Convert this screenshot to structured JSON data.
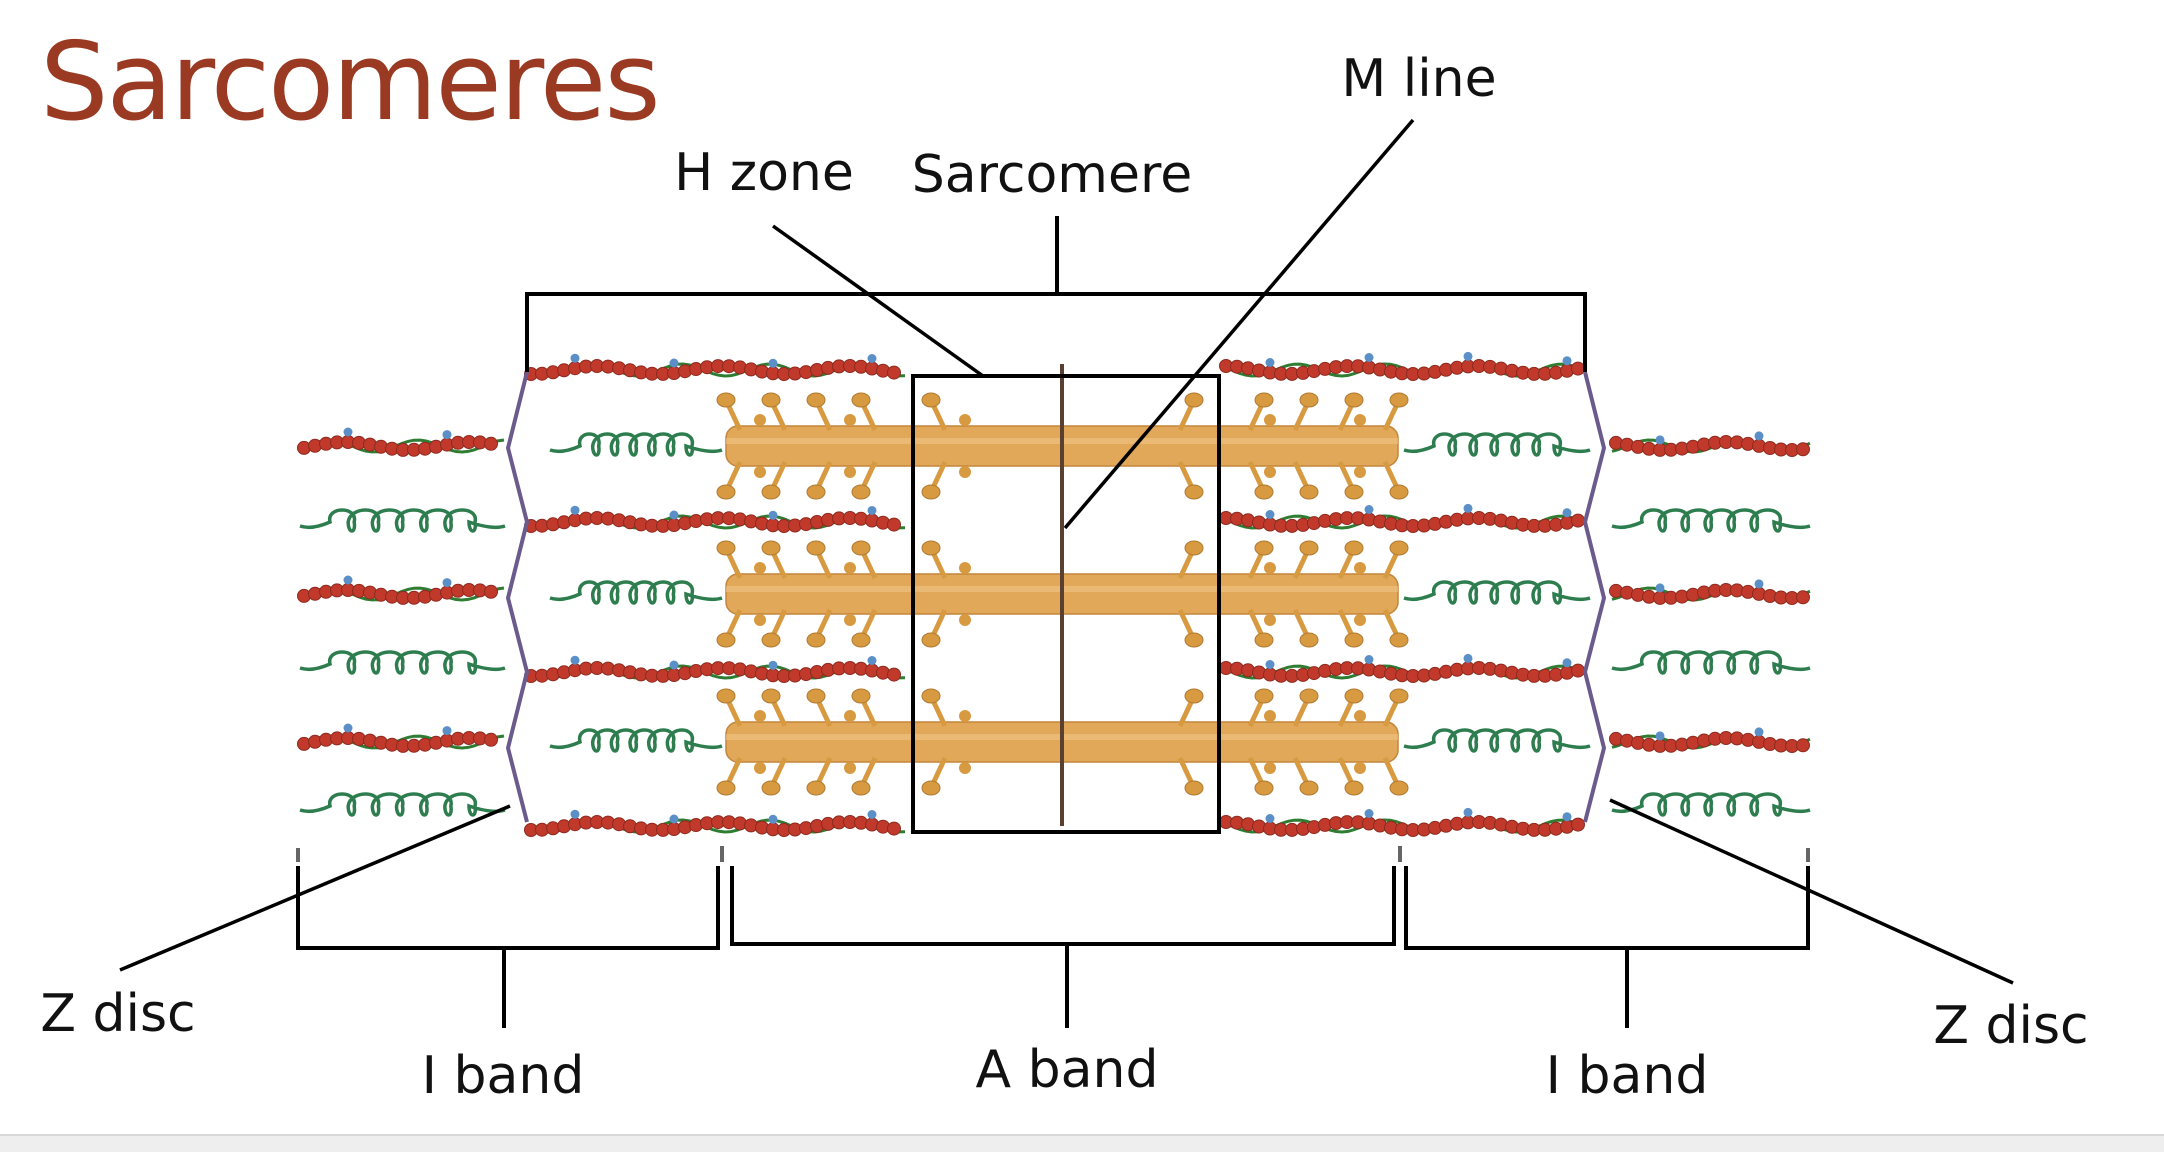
{
  "slide": {
    "title": "Sarcomeres"
  },
  "labels": {
    "m_line": "M line",
    "h_zone": "H zone",
    "sarcomere": "Sarcomere",
    "z_disc_left": "Z disc",
    "z_disc_right": "Z disc",
    "i_band_left": "I band",
    "a_band": "A band",
    "i_band_right": "I band"
  },
  "colors": {
    "title": "#9a3a22",
    "thick_filament": "#e2a85a",
    "myosin_head": "#d89a40",
    "actin_bead": "#c0392b",
    "tropomyosin": "#2e7d32",
    "troponin": "#5b8fc7",
    "titin": "#2e7d4f",
    "z_disc": "#6b5b8c",
    "m_line": "#5a4030",
    "leader_line": "#000000"
  },
  "icons": {
    "thick_filament": "myosin-thick-filament",
    "thin_filament": "actin-thin-filament",
    "titin": "titin-coil"
  }
}
